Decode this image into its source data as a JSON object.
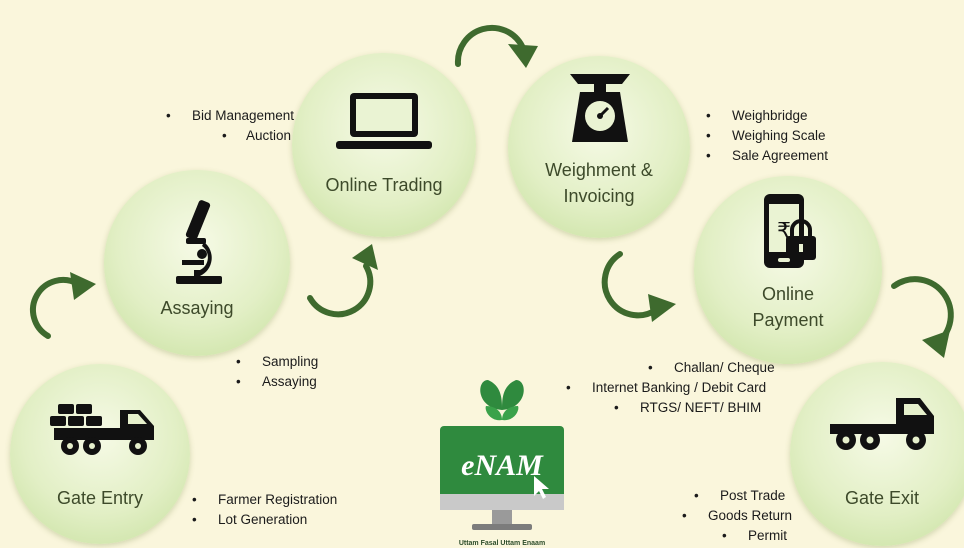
{
  "steps": [
    {
      "id": "gate-entry",
      "label": "Gate Entry",
      "bullets": [
        "Farmer Registration",
        "Lot Generation"
      ]
    },
    {
      "id": "assaying",
      "label": "Assaying",
      "bullets": [
        "Sampling",
        "Assaying"
      ]
    },
    {
      "id": "online-trading",
      "label": "Online Trading",
      "bullets": [
        "Bid Management",
        "Auction"
      ]
    },
    {
      "id": "weighment",
      "label_lines": [
        "Weighment &",
        "Invoicing"
      ],
      "bullets": [
        "Weighbridge",
        "Weighing Scale",
        "Sale Agreement"
      ]
    },
    {
      "id": "online-payment",
      "label_lines": [
        "Online",
        "Payment"
      ],
      "bullets": [
        "Challan/ Cheque",
        "Internet Banking /  Debit Card",
        "RTGS/ NEFT/ BHIM"
      ]
    },
    {
      "id": "gate-exit",
      "label": "Gate Exit",
      "bullets": [
        "Post Trade",
        "Goods Return",
        "Permit"
      ]
    }
  ],
  "logo": {
    "text": "eNAM",
    "tagline": "Uttam Fasal Uttam Enaam"
  },
  "colors": {
    "background": "#faf6dc",
    "arrow": "#3e6a2e",
    "circle_edge": "#c5df9c",
    "logo_green": "#2f8a3e"
  }
}
